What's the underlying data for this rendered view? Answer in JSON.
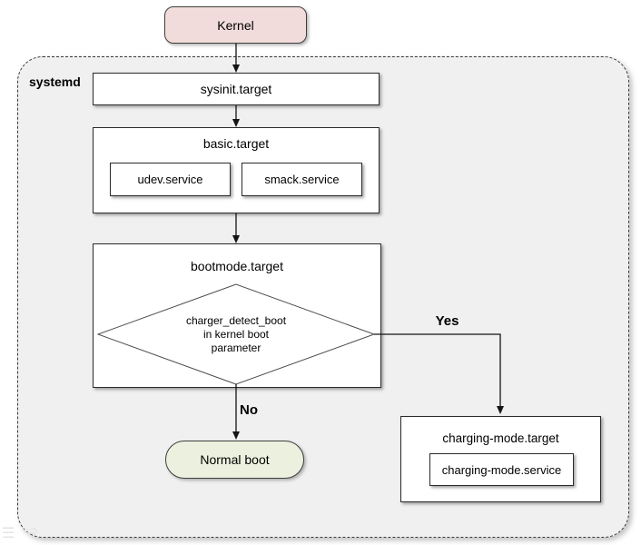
{
  "page": {
    "background": "#ffffff"
  },
  "kernel": {
    "label": "Kernel",
    "fill": "#f2dcdb"
  },
  "systemd_group": {
    "label": "systemd",
    "fill": "#f0f0f0"
  },
  "nodes": {
    "sysinit": {
      "label": "sysinit.target"
    },
    "basic": {
      "label": "basic.target",
      "children": [
        {
          "label": "udev.service"
        },
        {
          "label": "smack.service"
        }
      ]
    },
    "bootmode": {
      "label": "bootmode.target",
      "decision_text": "charger_detect_boot\nin kernel boot\nparameter"
    },
    "charging": {
      "label": "charging-mode.target",
      "children": [
        {
          "label": "charging-mode.service"
        }
      ]
    },
    "normal_boot": {
      "label": "Normal boot",
      "fill": "#ebf1de"
    }
  },
  "edges": {
    "yes_label": "Yes",
    "no_label": "No"
  },
  "watermark": {
    "menu_icon": "☰",
    "arrow_icon": "⇨"
  }
}
